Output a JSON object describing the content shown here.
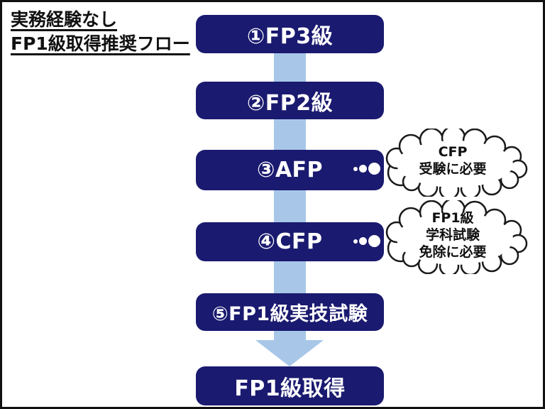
{
  "title": {
    "line1": "実務経験なし",
    "line2": "FP1級取得推奨フロー"
  },
  "flow": {
    "steps": [
      {
        "label": "①FP3級"
      },
      {
        "label": "②FP2級"
      },
      {
        "label": "③AFP"
      },
      {
        "label": "④CFP"
      },
      {
        "label": "⑤FP1級実技試験"
      }
    ],
    "final": "FP1級取得"
  },
  "clouds": [
    {
      "lines": [
        "CFP",
        "受験に必要"
      ]
    },
    {
      "lines": [
        "FP1級",
        "学科試験",
        "免除に必要"
      ]
    }
  ],
  "colors": {
    "box_navy": "#1a1a70",
    "arrow_blue": "#a8c7e8",
    "cloud_fill": "#ffffff",
    "cloud_outline": "#1a1a1a",
    "text_on_box": "#ffffff",
    "title_text": "#111111"
  }
}
